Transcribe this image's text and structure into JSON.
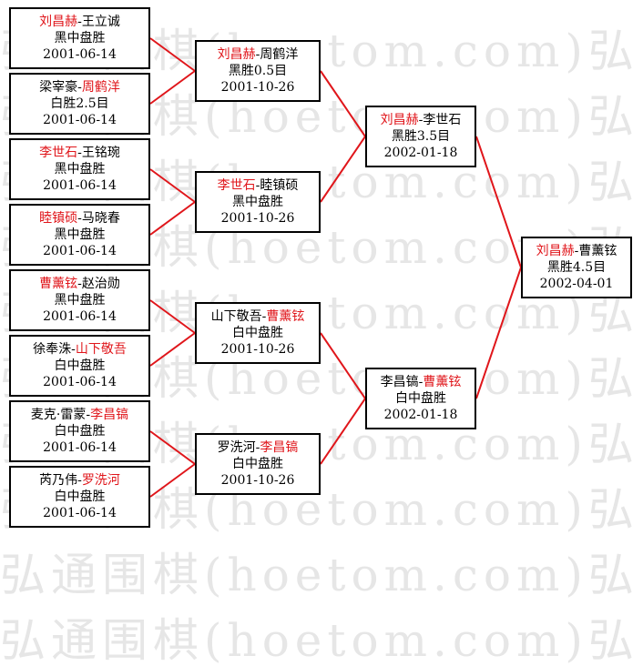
{
  "watermark": {
    "lines": [
      "弘通围棋(hoetom.com)弘",
      "弘通围棋(hoetom.com)弘",
      "弘通围棋(hoetom.com)弘",
      "弘通围棋(hoetom.com)弘",
      "弘通围棋(hoetom.com)弘",
      "弘通围棋(hoetom.com)弘",
      "弘通围棋(hoetom.com)弘",
      "弘通围棋(hoetom.com)弘",
      "弘通围棋(hoetom.com)弘",
      "弘通围棋(hoetom.com)弘"
    ]
  },
  "colors": {
    "winner": "#e0161b",
    "connector": "#e0161b",
    "border": "#000000"
  },
  "rounds": [
    {
      "name": "round-1",
      "matches": [
        {
          "p1": "刘昌赫",
          "p2": "王立诚",
          "winner": 1,
          "result": "黑中盘胜",
          "date": "2001-06-14"
        },
        {
          "p1": "梁宰豪",
          "p2": "周鹤洋",
          "winner": 2,
          "result": "白胜2.5目",
          "date": "2001-06-14"
        },
        {
          "p1": "李世石",
          "p2": "王铭琬",
          "winner": 1,
          "result": "黑中盘胜",
          "date": "2001-06-14"
        },
        {
          "p1": "睦镇硕",
          "p2": "马晓春",
          "winner": 1,
          "result": "黑中盘胜",
          "date": "2001-06-14"
        },
        {
          "p1": "曹薰铉",
          "p2": "赵治勋",
          "winner": 1,
          "result": "黑中盘胜",
          "date": "2001-06-14"
        },
        {
          "p1": "徐奉洙",
          "p2": "山下敬吾",
          "winner": 2,
          "result": "白中盘胜",
          "date": "2001-06-14"
        },
        {
          "p1": "麦克·雷蒙",
          "p2": "李昌镐",
          "winner": 2,
          "result": "白中盘胜",
          "date": "2001-06-14"
        },
        {
          "p1": "芮乃伟",
          "p2": "罗洗河",
          "winner": 2,
          "result": "白中盘胜",
          "date": "2001-06-14"
        }
      ]
    },
    {
      "name": "round-2",
      "matches": [
        {
          "p1": "刘昌赫",
          "p2": "周鹤洋",
          "winner": 1,
          "result": "黑胜0.5目",
          "date": "2001-10-26"
        },
        {
          "p1": "李世石",
          "p2": "睦镇硕",
          "winner": 1,
          "result": "黑中盘胜",
          "date": "2001-10-26"
        },
        {
          "p1": "山下敬吾",
          "p2": "曹薰铉",
          "winner": 2,
          "result": "白中盘胜",
          "date": "2001-10-26"
        },
        {
          "p1": "罗洗河",
          "p2": "李昌镐",
          "winner": 2,
          "result": "白中盘胜",
          "date": "2001-10-26"
        }
      ]
    },
    {
      "name": "semifinal",
      "matches": [
        {
          "p1": "刘昌赫",
          "p2": "李世石",
          "winner": 1,
          "result": "黑胜3.5目",
          "date": "2002-01-18"
        },
        {
          "p1": "李昌镐",
          "p2": "曹薰铉",
          "winner": 2,
          "result": "白中盘胜",
          "date": "2002-01-18"
        }
      ]
    },
    {
      "name": "final",
      "matches": [
        {
          "p1": "刘昌赫",
          "p2": "曹薰铉",
          "winner": 1,
          "result": "黑胜4.5目",
          "date": "2002-04-01"
        }
      ]
    }
  ]
}
